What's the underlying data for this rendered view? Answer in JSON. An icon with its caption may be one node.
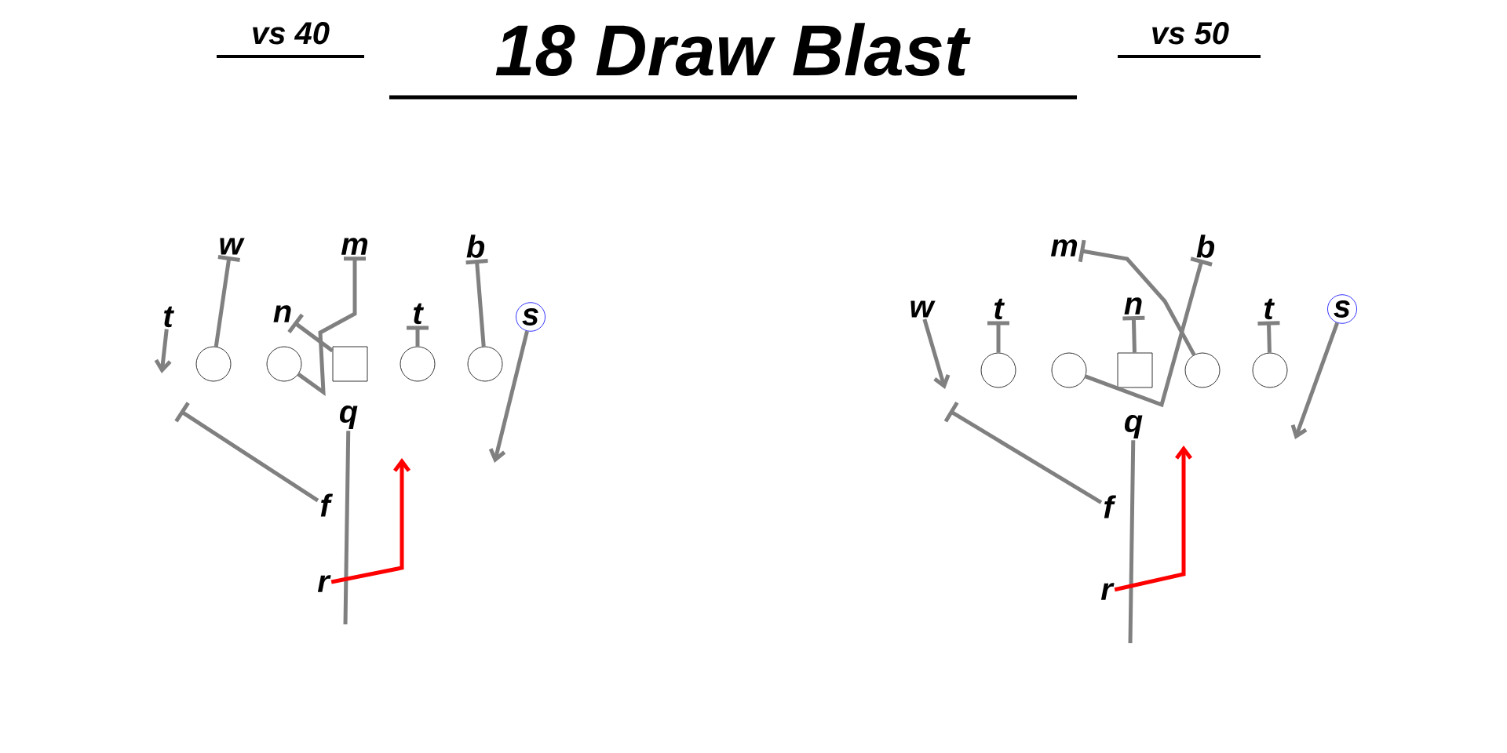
{
  "diagram": {
    "title": "18 Draw Blast",
    "nodes": [
      {
        "text": [
          "t"
        ]
      },
      {
        "text": [
          "w"
        ]
      },
      {
        "text": [
          "n"
        ]
      },
      {
        "text": [
          "m"
        ]
      },
      {
        "text": [
          "t"
        ]
      },
      {
        "text": [
          "b"
        ]
      },
      {
        "text": [
          "s"
        ]
      },
      {
        "text": [],
        "shape": "circle"
      },
      {
        "text": [],
        "shape": "circle"
      },
      {
        "text": [],
        "shape": "box"
      },
      {
        "text": [],
        "shape": "circle"
      },
      {
        "text": [],
        "shape": "circle"
      },
      {
        "text": [
          "q"
        ]
      },
      {
        "text": [
          "f"
        ]
      },
      {
        "text": [
          "r"
        ]
      },
      {
        "text": [
          "w"
        ]
      },
      {
        "text": [
          "t"
        ]
      },
      {
        "text": [
          "m"
        ]
      },
      {
        "text": [
          "n"
        ]
      },
      {
        "text": [
          "b"
        ]
      },
      {
        "text": [
          "t"
        ]
      },
      {
        "text": [
          "s"
        ]
      },
      {
        "text": [],
        "shape": "circle"
      },
      {
        "text": [],
        "shape": "circle"
      },
      {
        "text": [],
        "shape": "box"
      },
      {
        "text": [],
        "shape": "circle"
      },
      {
        "text": [],
        "shape": "circle"
      },
      {
        "text": [
          "q"
        ]
      },
      {
        "text": [
          "f"
        ]
      },
      {
        "text": [
          "r"
        ]
      }
    ],
    "edges": [
      {
        "from": 7,
        "to": 1,
        "arrow": "other"
      },
      {
        "from": 8,
        "to": 3,
        "arrow": "other"
      },
      {
        "from": 9,
        "to": 2,
        "arrow": "other"
      },
      {
        "from": 10,
        "to": 4,
        "arrow": "other"
      },
      {
        "from": 11,
        "to": 5,
        "arrow": "other"
      },
      {
        "from": 0,
        "to": null,
        "arrow": "to"
      },
      {
        "from": 6,
        "to": null,
        "arrow": "to"
      },
      {
        "from": 13,
        "to": null,
        "arrow": "other"
      },
      {
        "from": 12,
        "to": null,
        "arrow": "none"
      },
      {
        "from": 14,
        "to": null,
        "arrow": "to",
        "color": "#ff0000"
      },
      {
        "from": 22,
        "to": 16,
        "arrow": "other"
      },
      {
        "from": 23,
        "to": 19,
        "arrow": "other"
      },
      {
        "from": 24,
        "to": 18,
        "arrow": "other"
      },
      {
        "from": 25,
        "to": 17,
        "arrow": "other"
      },
      {
        "from": 26,
        "to": 20,
        "arrow": "other"
      },
      {
        "from": 15,
        "to": null,
        "arrow": "to"
      },
      {
        "from": 21,
        "to": null,
        "arrow": "to"
      },
      {
        "from": 28,
        "to": null,
        "arrow": "other"
      },
      {
        "from": 27,
        "to": null,
        "arrow": "none"
      },
      {
        "from": 29,
        "to": null,
        "arrow": "to",
        "color": "#ff0000"
      }
    ],
    "labels": [
      "vs 40",
      "vs 50"
    ]
  }
}
